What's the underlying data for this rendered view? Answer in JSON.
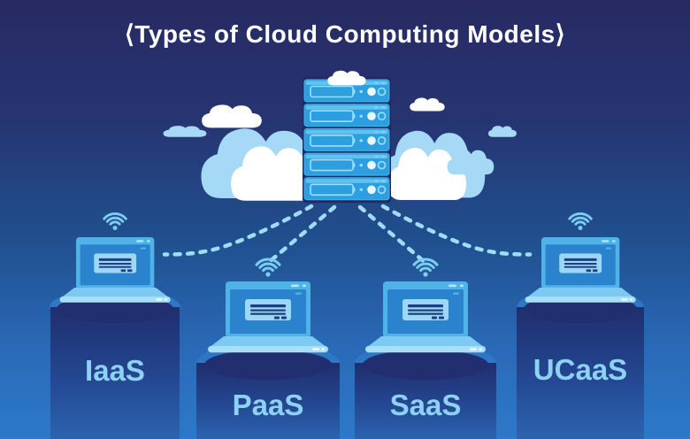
{
  "title": "⟨Types of Cloud Computing Models⟩",
  "diagram": {
    "type": "hub-and-spoke",
    "hub": "cloud-server-stack",
    "hub_icon": "server-stack-in-clouds",
    "spoke_icon": "laptop-with-wifi-on-pedestal",
    "connector_style": "dashed-line",
    "spokes": [
      "IaaS",
      "PaaS",
      "SaaS",
      "UCaaS"
    ]
  },
  "models": [
    {
      "label": "IaaS"
    },
    {
      "label": "PaaS"
    },
    {
      "label": "SaaS"
    },
    {
      "label": "UCaaS"
    }
  ],
  "colors": {
    "background_top": "#272a63",
    "background_bottom": "#2c79c8",
    "title_text": "#ffffff",
    "label_text": "#8dd1f5",
    "server_body": "#2d9fe0",
    "server_detail": "#9edff7",
    "laptop_frame": "#4fb3e7",
    "laptop_screen": "#2b82cd",
    "laptop_dialog": "#9cd7f5",
    "cloud_blue": "#a5d9f5",
    "cloud_white": "#ffffff",
    "dashed_line": "#9fdcf6",
    "wifi": "#7ccdf2",
    "pedestal_dark": "#202e6e",
    "pedestal_light": "#2c63b0",
    "pedestal_rim": "#2d77c6"
  }
}
